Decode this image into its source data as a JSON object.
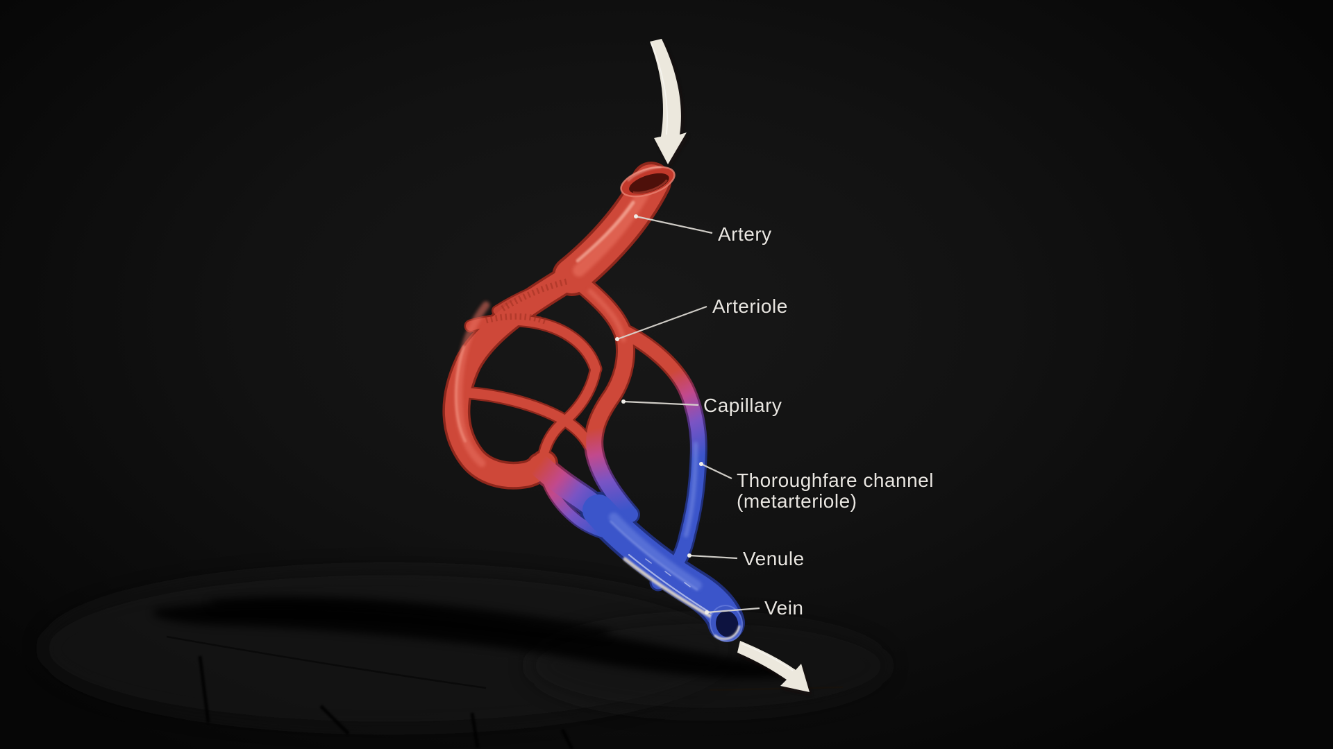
{
  "viewport": {
    "type": "3d-anatomy-model-viewer",
    "background_color": "#0c0c0c"
  },
  "labels": [
    {
      "id": "artery",
      "text": "Artery"
    },
    {
      "id": "arteriole",
      "text": "Arteriole"
    },
    {
      "id": "capillary",
      "text": "Capillary"
    },
    {
      "id": "thoroughfare",
      "text": "Thoroughfare channel",
      "text2": "(metarteriole)"
    },
    {
      "id": "venule",
      "text": "Venule"
    },
    {
      "id": "vein",
      "text": "Vein"
    }
  ],
  "arrows": [
    {
      "name": "flow-in-arrow",
      "position": "top-center",
      "direction": "down"
    },
    {
      "name": "flow-out-arrow",
      "position": "bottom-right",
      "direction": "down-right"
    }
  ],
  "colors": {
    "artery_red": "#ce4839",
    "artery_highlight": "#f09a8a",
    "artery_shadow": "#8e271c",
    "vein_blue": "#3b55ca",
    "vein_highlight": "#8fa2ee",
    "vein_shadow": "#20307e",
    "transition_magenta": "#c2498c",
    "transition_purple": "#7a54c4",
    "label_text": "#e9e6e1",
    "leader_line": "#d9d6d0",
    "arrow_fill": "#ece8dd"
  }
}
